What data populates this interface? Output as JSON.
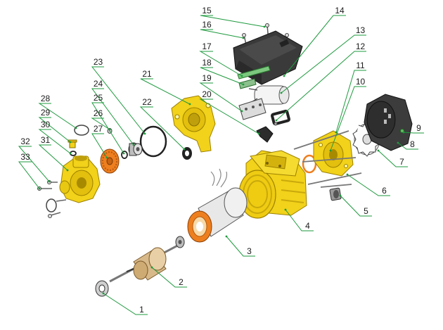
{
  "diagram": {
    "colors": {
      "leader": "#1e9a3e",
      "yellow": "#f2d21a",
      "yellow_dark": "#c9a80c",
      "orange": "#ee7f1f",
      "dark": "#333333",
      "metal": "#c8c8c8",
      "ink": "#1a1a1a"
    },
    "callouts": [
      "1",
      "2",
      "3",
      "4",
      "5",
      "6",
      "7",
      "8",
      "9",
      "10",
      "11",
      "12",
      "13",
      "14",
      "15",
      "16",
      "17",
      "18",
      "19",
      "20",
      "21",
      "22",
      "23",
      "24",
      "25",
      "26",
      "27",
      "28",
      "29",
      "30",
      "31",
      "32",
      "33"
    ],
    "parts": [
      {
        "id": "1",
        "icon": "ball-bearing-icon"
      },
      {
        "id": "2",
        "icon": "rotor-shaft-icon"
      },
      {
        "id": "3",
        "icon": "stator-winding-icon"
      },
      {
        "id": "4",
        "icon": "motor-housing-icon"
      },
      {
        "id": "5",
        "icon": "cable-gland-icon"
      },
      {
        "id": "6",
        "icon": "rear-end-cover-icon"
      },
      {
        "id": "7",
        "icon": "cooling-fan-icon"
      },
      {
        "id": "8",
        "icon": "fan-cover-icon"
      },
      {
        "id": "9",
        "icon": "fan-cover-screw-icon"
      },
      {
        "id": "10",
        "icon": "o-ring-icon"
      },
      {
        "id": "11",
        "icon": "tie-rod-icon"
      },
      {
        "id": "12",
        "icon": "gasket-icon"
      },
      {
        "id": "13",
        "icon": "capacitor-icon"
      },
      {
        "id": "14",
        "icon": "terminal-box-cover-icon"
      },
      {
        "id": "15",
        "icon": "screw-icon"
      },
      {
        "id": "16",
        "icon": "screw-icon"
      },
      {
        "id": "17",
        "icon": "cover-gasket-icon"
      },
      {
        "id": "18",
        "icon": "capacitor-clamp-icon"
      },
      {
        "id": "19",
        "icon": "terminal-block-icon"
      },
      {
        "id": "20",
        "icon": "terminal-box-seal-icon"
      },
      {
        "id": "21",
        "icon": "pump-bracket-icon"
      },
      {
        "id": "22",
        "icon": "washer-icon"
      },
      {
        "id": "23",
        "icon": "o-ring-icon"
      },
      {
        "id": "24",
        "icon": "mechanical-seal-icon"
      },
      {
        "id": "25",
        "icon": "circlip-icon"
      },
      {
        "id": "26",
        "icon": "impeller-nut-icon"
      },
      {
        "id": "27",
        "icon": "impeller-icon"
      },
      {
        "id": "28",
        "icon": "sealing-ring-icon"
      },
      {
        "id": "29",
        "icon": "plug-icon"
      },
      {
        "id": "30",
        "icon": "o-ring-icon"
      },
      {
        "id": "31",
        "icon": "pump-body-icon"
      },
      {
        "id": "32",
        "icon": "screw-icon"
      },
      {
        "id": "33",
        "icon": "bolt-icon"
      }
    ]
  }
}
